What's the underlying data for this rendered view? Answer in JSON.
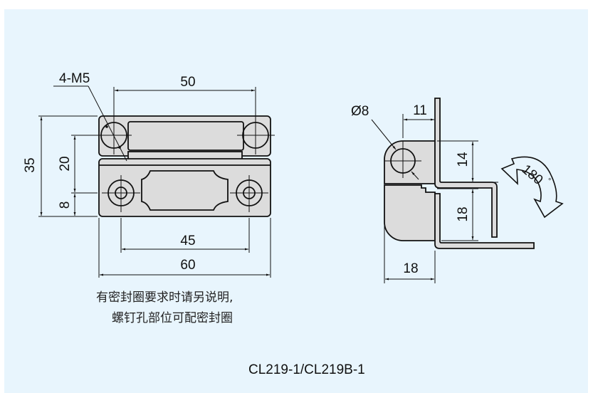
{
  "front_view": {
    "label_hole_spec": "4-M5",
    "dim_top_hole_spacing": "50",
    "dim_total_height": "35",
    "dim_hole_vertical_spacing": "20",
    "dim_bottom_hole_offset": "8",
    "dim_bottom_hole_spacing": "45",
    "dim_total_width": "60"
  },
  "side_view": {
    "dim_pin_diameter": "Ø8",
    "dim_pin_offset": "11",
    "dim_upper_leaf_height": "14",
    "dim_lower_leaf_height": "18",
    "dim_depth": "18",
    "rotation_angle": "180",
    "rotation_unit": "°"
  },
  "notes": {
    "line1": "有密封圈要求时请另说明,",
    "line2": "螺钉孔部位可配密封圈"
  },
  "caption": "CL219-1/CL219B-1",
  "colors": {
    "background": "#e8f5fd",
    "part_fill": "#dcdcdc",
    "line": "#111111"
  }
}
